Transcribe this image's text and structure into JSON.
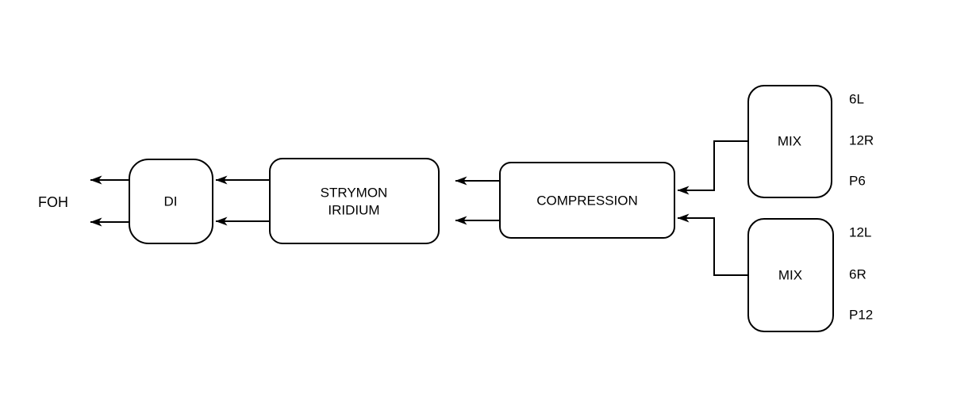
{
  "diagram": {
    "background_color": "#ffffff",
    "stroke_color": "#000000",
    "node_fill_color": "#ffffff",
    "nodes": {
      "foh": {
        "label": "FOH"
      },
      "di": {
        "label": "DI"
      },
      "strymon": {
        "label_line1": "STRYMON",
        "label_line2": "IRIDIUM"
      },
      "compression": {
        "label": "COMPRESSION"
      },
      "mix_top": {
        "label": "MIX",
        "outputs": [
          "6L",
          "12R",
          "P6"
        ]
      },
      "mix_bottom": {
        "label": "MIX",
        "outputs": [
          "12L",
          "6R",
          "P12"
        ]
      }
    }
  }
}
